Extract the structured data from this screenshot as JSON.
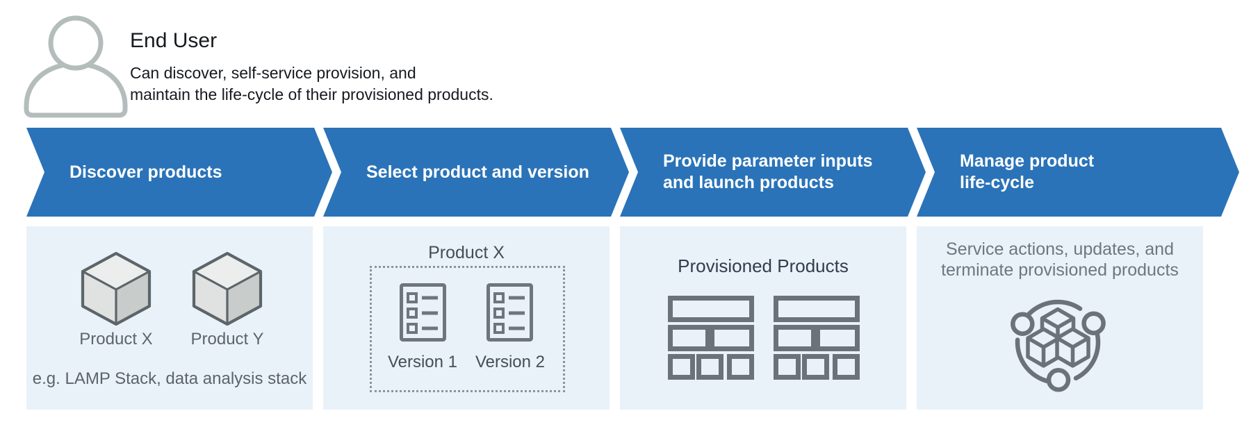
{
  "header": {
    "title": "End User",
    "description": [
      "Can discover, self-service provision, and",
      "maintain the life-cycle of their provisioned products."
    ]
  },
  "steps": [
    {
      "lines": [
        "Discover products",
        ""
      ]
    },
    {
      "lines": [
        "Select product and version",
        ""
      ]
    },
    {
      "lines": [
        "Provide parameter inputs",
        "and launch products"
      ]
    },
    {
      "lines": [
        "Manage product",
        "life-cycle"
      ]
    }
  ],
  "panels": {
    "discover": {
      "products": [
        "Product X",
        "Product Y"
      ],
      "example": "e.g. LAMP Stack, data analysis stack"
    },
    "select": {
      "title": "Product X",
      "versions": [
        "Version 1",
        "Version 2"
      ]
    },
    "provision": {
      "title": "Provisioned Products"
    },
    "manage": {
      "lines": [
        "Service actions, updates, and",
        "terminate provisioned products"
      ]
    }
  },
  "icons": {
    "header": "person-icon",
    "discover": "product-cube-icon",
    "select": "version-list-icon",
    "provision": "provisioned-stack-icon",
    "manage": "service-actions-icon"
  },
  "colors": {
    "arrow_blue": "#2a73b8",
    "panel_background": "#e9f2f9",
    "icon_gray": "#6b7278",
    "person_icon_gray": "#b5bcbc",
    "cube_outline": "#5d6569",
    "cube_top": "#ebeeed",
    "cube_left": "#dfe2e1",
    "cube_right": "#c8ccca",
    "heading_text": "#16191f",
    "discover_text": "#5c636d",
    "select_text": "#454d58",
    "provision_text": "#313d4c",
    "manage_text": "#6e7681",
    "arrow_text": "#ffffff"
  }
}
